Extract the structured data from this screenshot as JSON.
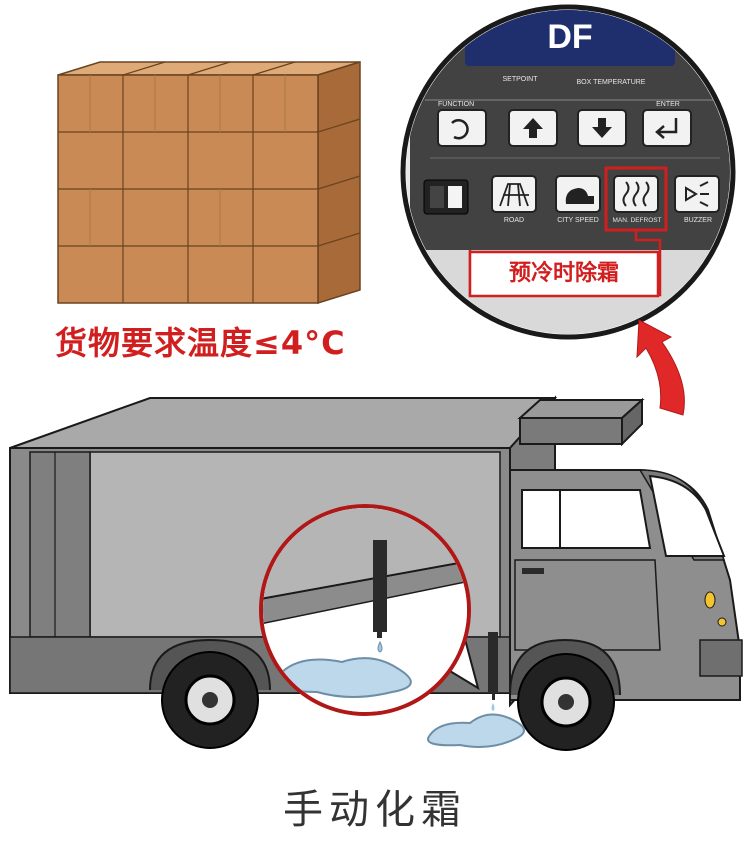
{
  "cargo_requirement": "货物要求温度≤4°C",
  "caption": "手动化霜",
  "panel": {
    "display": "DF",
    "setpoint_label": "SETPOINT",
    "box_temperature_label": "BOX TEMPERATURE",
    "function_label": "FUNCTION",
    "enter_label": "ENTER",
    "road_label": "ROAD",
    "city_speed_label": "CITY SPEED",
    "man_defrost_label": "MAN. DEFROST",
    "buzzer_label": "BUZZER",
    "callout": "预冷时除霜"
  },
  "colors": {
    "highlight": "#d11f1f",
    "truck_body": "#8a8a8a",
    "box_cardboard": "#c98a55",
    "water": "#bcd8ea"
  }
}
